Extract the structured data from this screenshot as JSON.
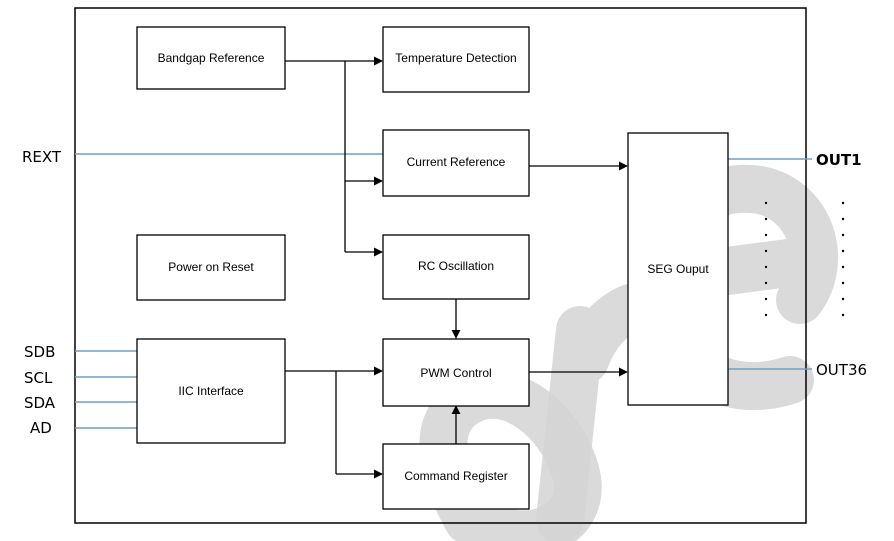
{
  "blocks": {
    "bandgap": "Bandgap Reference",
    "temperature": "Temperature Detection",
    "current_ref": "Current Reference",
    "power_on_reset": "Power on Reset",
    "rc_osc": "RC Oscillation",
    "iic": "IIC Interface",
    "pwm": "PWM Control",
    "command": "Command Register",
    "seg": "SEG Ouput"
  },
  "pins": {
    "rext": "REXT",
    "sdb": "SDB",
    "scl": "SCL",
    "sda": "SDA",
    "ad": "AD",
    "out1": "OUT1",
    "out36": "OUT36"
  },
  "colors": {
    "signal_line": "#6f9fc8",
    "block_border": "#000000",
    "watermark": "#d4d4d4"
  }
}
